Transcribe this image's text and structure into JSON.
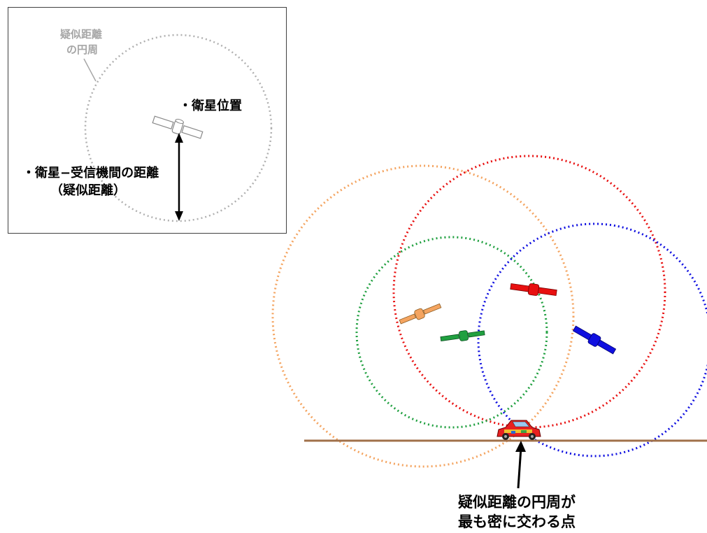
{
  "inset": {
    "circle_label_line1": "疑似距離",
    "circle_label_line2": "の円周",
    "satellite_label": "・衛星位置",
    "distance_label_line1": "・衛星−受信機間の距離",
    "distance_label_line2": "（疑似距離）"
  },
  "main": {
    "caption_line1": "疑似距離の円周が",
    "caption_line2": "最も密に交わる点"
  },
  "colors": {
    "orange": "#f4a460",
    "red": "#e81010",
    "green": "#20a040",
    "blue": "#1010e0",
    "gray": "#a6a6a6",
    "ground": "#a0704a"
  },
  "icons": [
    "satellite-icon",
    "car-icon",
    "arrow-icon"
  ]
}
